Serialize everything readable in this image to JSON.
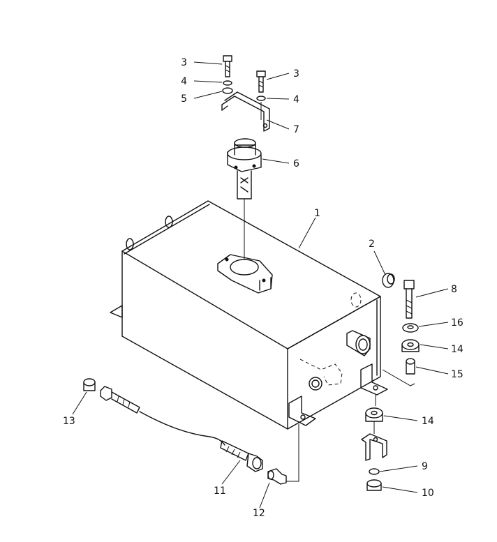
{
  "callouts": [
    {
      "id": "c3a",
      "label": "3"
    },
    {
      "id": "c4a",
      "label": "4"
    },
    {
      "id": "c5",
      "label": "5"
    },
    {
      "id": "c3b",
      "label": "3"
    },
    {
      "id": "c4b",
      "label": "4"
    },
    {
      "id": "c7",
      "label": "7"
    },
    {
      "id": "c6",
      "label": "6"
    },
    {
      "id": "c1",
      "label": "1"
    },
    {
      "id": "c2",
      "label": "2"
    },
    {
      "id": "c8",
      "label": "8"
    },
    {
      "id": "c16",
      "label": "16"
    },
    {
      "id": "c14a",
      "label": "14"
    },
    {
      "id": "c15",
      "label": "15"
    },
    {
      "id": "c14b",
      "label": "14"
    },
    {
      "id": "c9",
      "label": "9"
    },
    {
      "id": "c10",
      "label": "10"
    },
    {
      "id": "c13",
      "label": "13"
    },
    {
      "id": "c11",
      "label": "11"
    },
    {
      "id": "c12",
      "label": "12"
    }
  ]
}
